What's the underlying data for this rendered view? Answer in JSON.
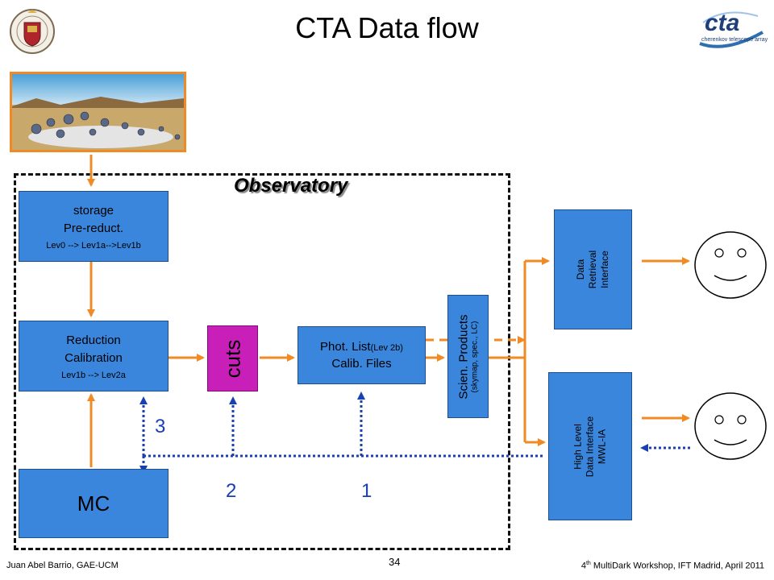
{
  "slide": {
    "title": "CTA Data flow",
    "page_number": "34",
    "footer_left": "Juan Abel Barrio, GAE-UCM",
    "footer_right_sup": "th",
    "footer_right_pre": "4",
    "footer_right_post": " MultiDark Workshop, IFT Madrid, April 2011"
  },
  "logos": {
    "left": "university-seal",
    "right_main": "cta",
    "right_sub": "cherenkov telescope array"
  },
  "observatory_label": "Observatory",
  "boxes": {
    "storage": {
      "line1": "storage",
      "line2": "Pre-reduct.",
      "line3": "Lev0 --> Lev1a-->Lev1b"
    },
    "reduction": {
      "line1": "Reduction",
      "line2": "Calibration",
      "line3": "Lev1b --> Lev2a"
    },
    "mc": {
      "label": "MC"
    },
    "cuts": {
      "label": "cuts"
    },
    "phot": {
      "line1_main": "Phot. List",
      "line1_sub": "(Lev 2b)",
      "line2": "Calib. Files"
    },
    "scien": {
      "line1": "Scien. Products",
      "line2": "(skymap, spec., LC)"
    },
    "data_retrieval": {
      "line1": "Data",
      "line2": "Retrieval",
      "line3": "Interface"
    },
    "high_level": {
      "line1": "High Level",
      "line2": "Data Interface",
      "line3": "MWL-IA"
    }
  },
  "feedback_numbers": {
    "n1": "1",
    "n2": "2",
    "n3": "3"
  },
  "colors": {
    "box_blue": "#3a86dc",
    "cuts_magenta": "#c81fb8",
    "arrow_orange": "#f08a24",
    "feedback_blue": "#1a3fb0"
  }
}
